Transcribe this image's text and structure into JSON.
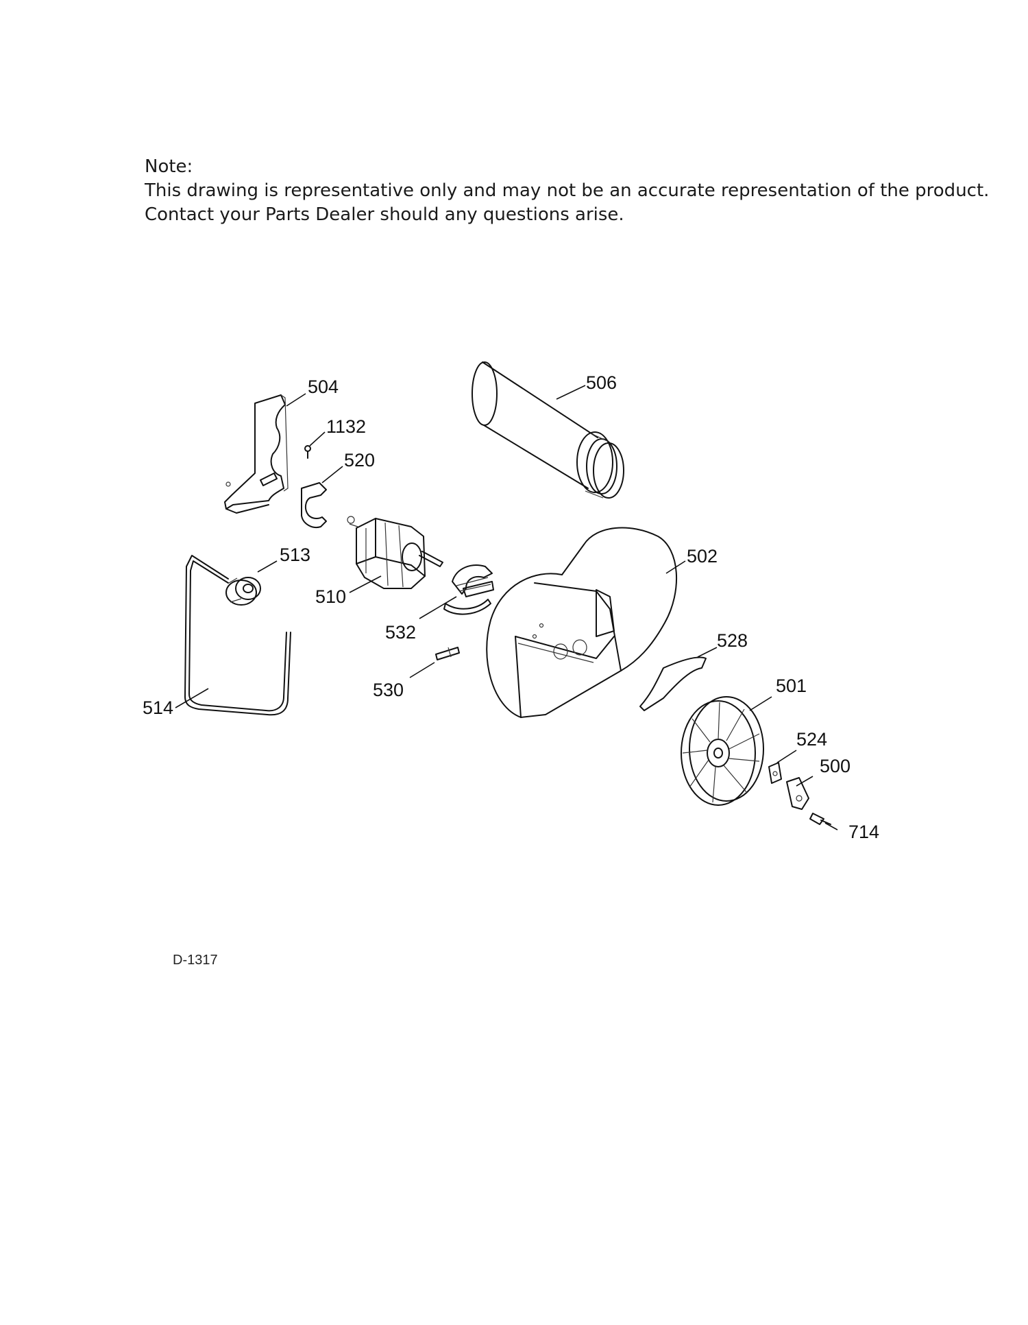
{
  "note": {
    "heading": "Note:",
    "line1": "This drawing is representative only and may not be an accurate representation of the product.",
    "line2": "Contact your Parts Dealer should any questions arise."
  },
  "diagram_code": "D-1317",
  "callouts": [
    "504",
    "1132",
    "520",
    "506",
    "513",
    "510",
    "502",
    "532",
    "530",
    "528",
    "514",
    "501",
    "524",
    "500",
    "714"
  ]
}
